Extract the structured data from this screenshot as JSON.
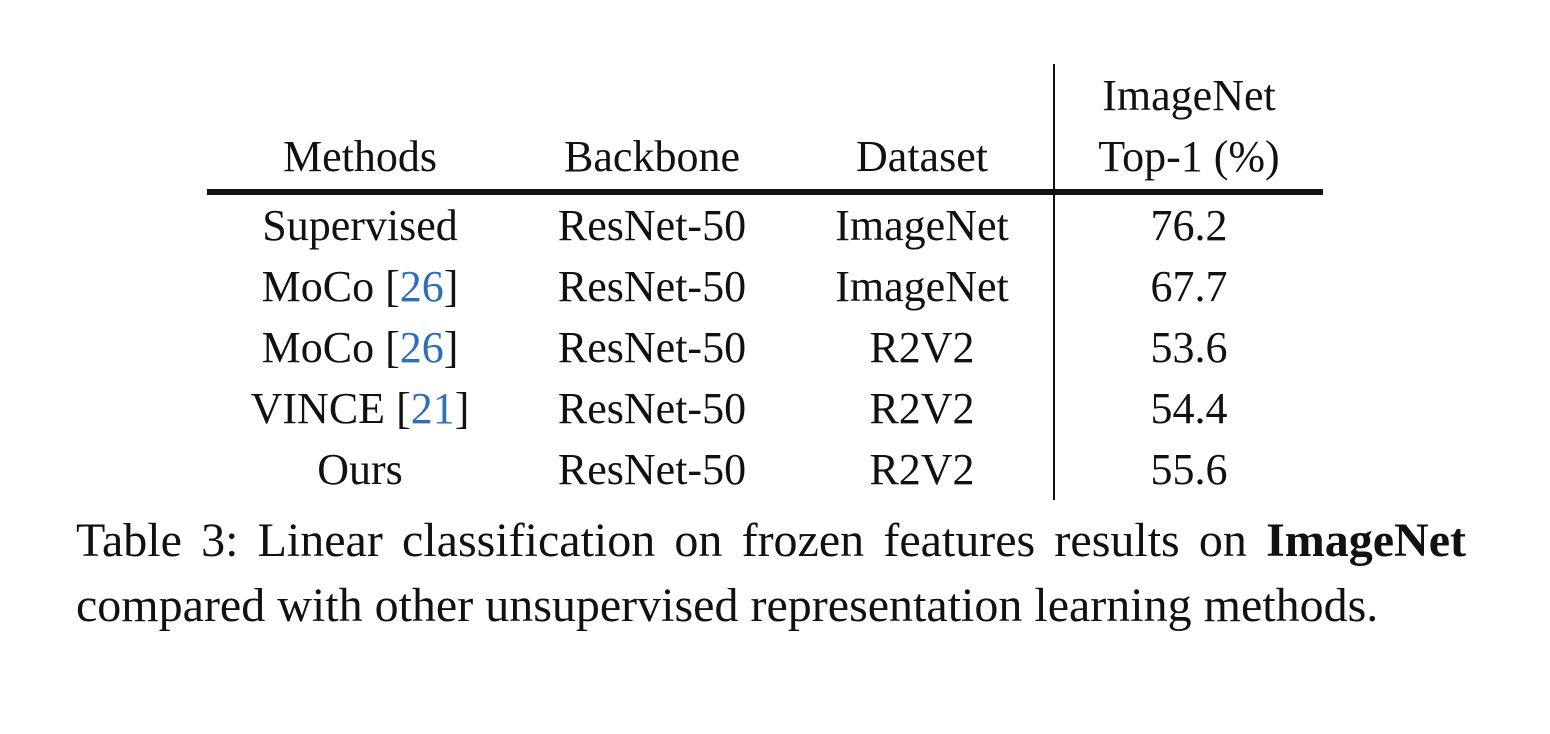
{
  "table": {
    "headers": {
      "methods": "Methods",
      "backbone": "Backbone",
      "dataset": "Dataset",
      "top1_line1": "ImageNet",
      "top1_line2": "Top-1 (%)"
    },
    "rows": [
      {
        "method": "Supervised",
        "cite": "",
        "backbone": "ResNet-50",
        "dataset": "ImageNet",
        "top1": "76.2",
        "best": false
      },
      {
        "method": "MoCo",
        "cite": "26",
        "backbone": "ResNet-50",
        "dataset": "ImageNet",
        "top1": "67.7",
        "best": false
      },
      {
        "method": "MoCo",
        "cite": "26",
        "backbone": "ResNet-50",
        "dataset": "R2V2",
        "top1": "53.6",
        "best": false
      },
      {
        "method": "VINCE",
        "cite": "21",
        "backbone": "ResNet-50",
        "dataset": "R2V2",
        "top1": "54.4",
        "best": false
      },
      {
        "method": "Ours",
        "cite": "",
        "backbone": "ResNet-50",
        "dataset": "R2V2",
        "top1": "55.6",
        "best": true
      }
    ]
  },
  "caption": {
    "prefix": "Table 3: Linear classification on frozen features results on ",
    "bold": "ImageNet",
    "suffix": " compared with other unsupervised representation learning methods."
  }
}
